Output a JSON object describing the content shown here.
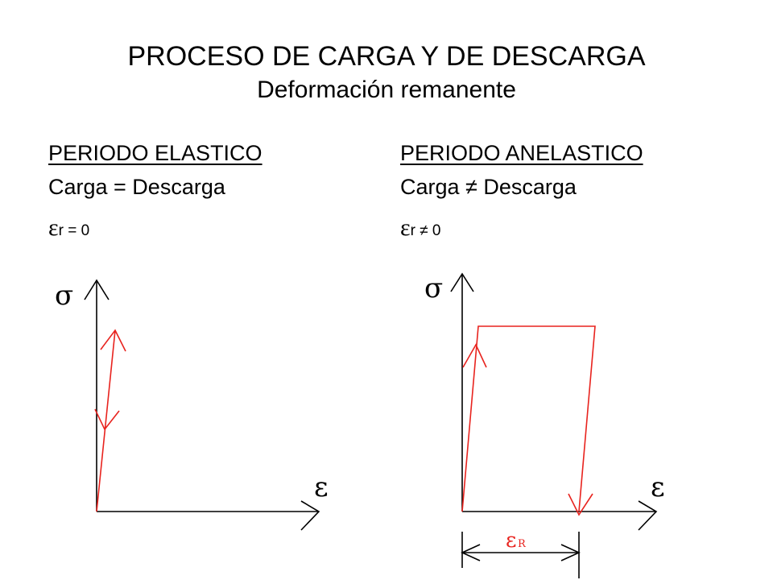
{
  "title": "PROCESO DE CARGA Y DE DESCARGA",
  "subtitle": "Deformación remanente",
  "left": {
    "heading": "PERIODO ELASTICO",
    "relation": "Carga = Descarga",
    "epsilon_symbol": "ε",
    "epsilon_value": "r = 0"
  },
  "right": {
    "heading": "PERIODO ANELASTICO",
    "relation": "Carga ≠ Descarga",
    "epsilon_symbol": "ε",
    "epsilon_value": "r ≠ 0"
  },
  "diagrams": {
    "stress_symbol": "σ",
    "strain_symbol": "ε",
    "residual_label_symbol": "ε",
    "residual_label_sub": "R",
    "axis_color": "#000000",
    "path_color": "#e8231e"
  }
}
